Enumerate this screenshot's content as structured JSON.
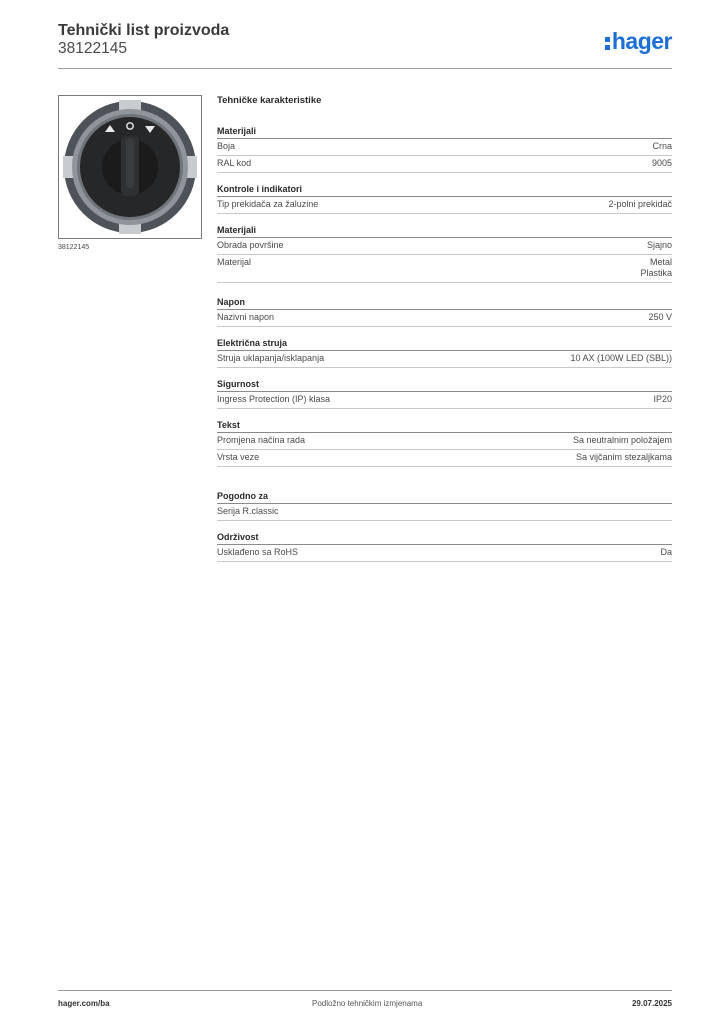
{
  "header": {
    "title": "Tehnički list proizvoda",
    "product_number": "38122145",
    "logo_text": "hager",
    "logo_color": "#1d6fd6"
  },
  "image": {
    "caption": "38122145",
    "icon": "rotary-switch-product-photo"
  },
  "main": {
    "section_title": "Tehničke karakteristike",
    "groups": [
      {
        "title": "Materijali",
        "rows": [
          {
            "label": "Boja",
            "value": "Crna"
          },
          {
            "label": "RAL kod",
            "value": "9005"
          }
        ]
      },
      {
        "title": "Kontrole i indikatori",
        "rows": [
          {
            "label": "Tip prekidača za žaluzine",
            "value": "2-polni prekidač"
          }
        ]
      },
      {
        "title": "Materijali",
        "rows": [
          {
            "label": "Obrada površine",
            "value": "Sjajno"
          },
          {
            "label": "Materijal",
            "value": "Metal\nPlastika"
          }
        ]
      },
      {
        "title": "Napon",
        "rows": [
          {
            "label": "Nazivni napon",
            "value": "250 V"
          }
        ]
      },
      {
        "title": "Električna struja",
        "rows": [
          {
            "label": "Struja uklapanja/isklapanja",
            "value": "10 AX (100W LED (SBL))"
          }
        ]
      },
      {
        "title": "Sigurnost",
        "rows": [
          {
            "label": "Ingress Protection (IP) klasa",
            "value": "IP20"
          }
        ]
      },
      {
        "title": "Tekst",
        "rows": [
          {
            "label": "Promjena načina rada",
            "value": "Sa neutralnim položajem"
          },
          {
            "label": "Vrsta veze",
            "value": "Sa vijčanim stezaljkama"
          }
        ]
      },
      {
        "title": "Pogodno za",
        "rows": [
          {
            "label": "Serija R.classic",
            "value": ""
          }
        ]
      },
      {
        "title": "Održivost",
        "rows": [
          {
            "label": "Usklađeno sa RoHS",
            "value": "Da"
          }
        ]
      }
    ]
  },
  "footer": {
    "website": "hager.com/ba",
    "notice": "Podložno tehničkim izmjenama",
    "date": "29.07.2025"
  }
}
